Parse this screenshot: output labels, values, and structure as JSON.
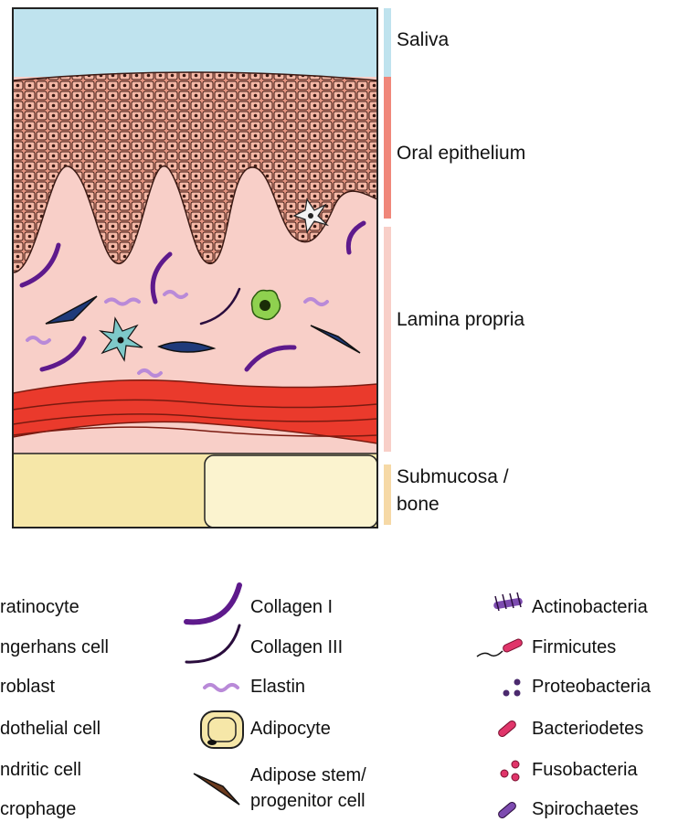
{
  "layers": [
    {
      "key": "saliva",
      "label": "Saliva",
      "color": "#bfe3ee"
    },
    {
      "key": "epithelium",
      "label": "Oral epithelium",
      "color": "#f0877a"
    },
    {
      "key": "lamina",
      "label": "Lamina propria",
      "color": "#f8cfc8"
    },
    {
      "key": "submucosa",
      "label_line1": "Submucosa /",
      "label_line2": "bone",
      "color": "#f6d9a6"
    }
  ],
  "legend": {
    "cells": [
      {
        "key": "keratinocyte",
        "label": "ratinocyte"
      },
      {
        "key": "langerhans",
        "label": "ngerhans cell"
      },
      {
        "key": "fibroblast",
        "label": "roblast"
      },
      {
        "key": "endothelial",
        "label": "dothelial cell"
      },
      {
        "key": "dendritic",
        "label": "ndritic cell"
      },
      {
        "key": "macrophage",
        "label": "crophage"
      }
    ],
    "matrix": [
      {
        "key": "collagen1",
        "label": "Collagen I",
        "color": "#5e1a8c"
      },
      {
        "key": "collagen3",
        "label": "Collagen III",
        "color": "#2a0d3d"
      },
      {
        "key": "elastin",
        "label": "Elastin",
        "color": "#b98ad8"
      },
      {
        "key": "adipocyte",
        "label": "Adipocyte",
        "color": "#f6e7a8"
      },
      {
        "key": "adipose_stem",
        "label_line1": "Adipose stem/",
        "label_line2": "progenitor cell",
        "color": "#6b3a1e"
      }
    ],
    "bacteria": [
      {
        "key": "actinobacteria",
        "label": "Actinobacteria",
        "color": "#7d4bb0"
      },
      {
        "key": "firmicutes",
        "label": "Firmicutes",
        "color": "#e0356a"
      },
      {
        "key": "proteobacteria",
        "label": "Proteobacteria",
        "color": "#4b2a6e"
      },
      {
        "key": "bacteriodetes",
        "label": "Bacteriodetes",
        "color": "#e0356a"
      },
      {
        "key": "fusobacteria",
        "label": "Fusobacteria",
        "color": "#e0356a"
      },
      {
        "key": "spirochaetes",
        "label": "Spirochaetes",
        "color": "#7d4bb0"
      }
    ]
  }
}
